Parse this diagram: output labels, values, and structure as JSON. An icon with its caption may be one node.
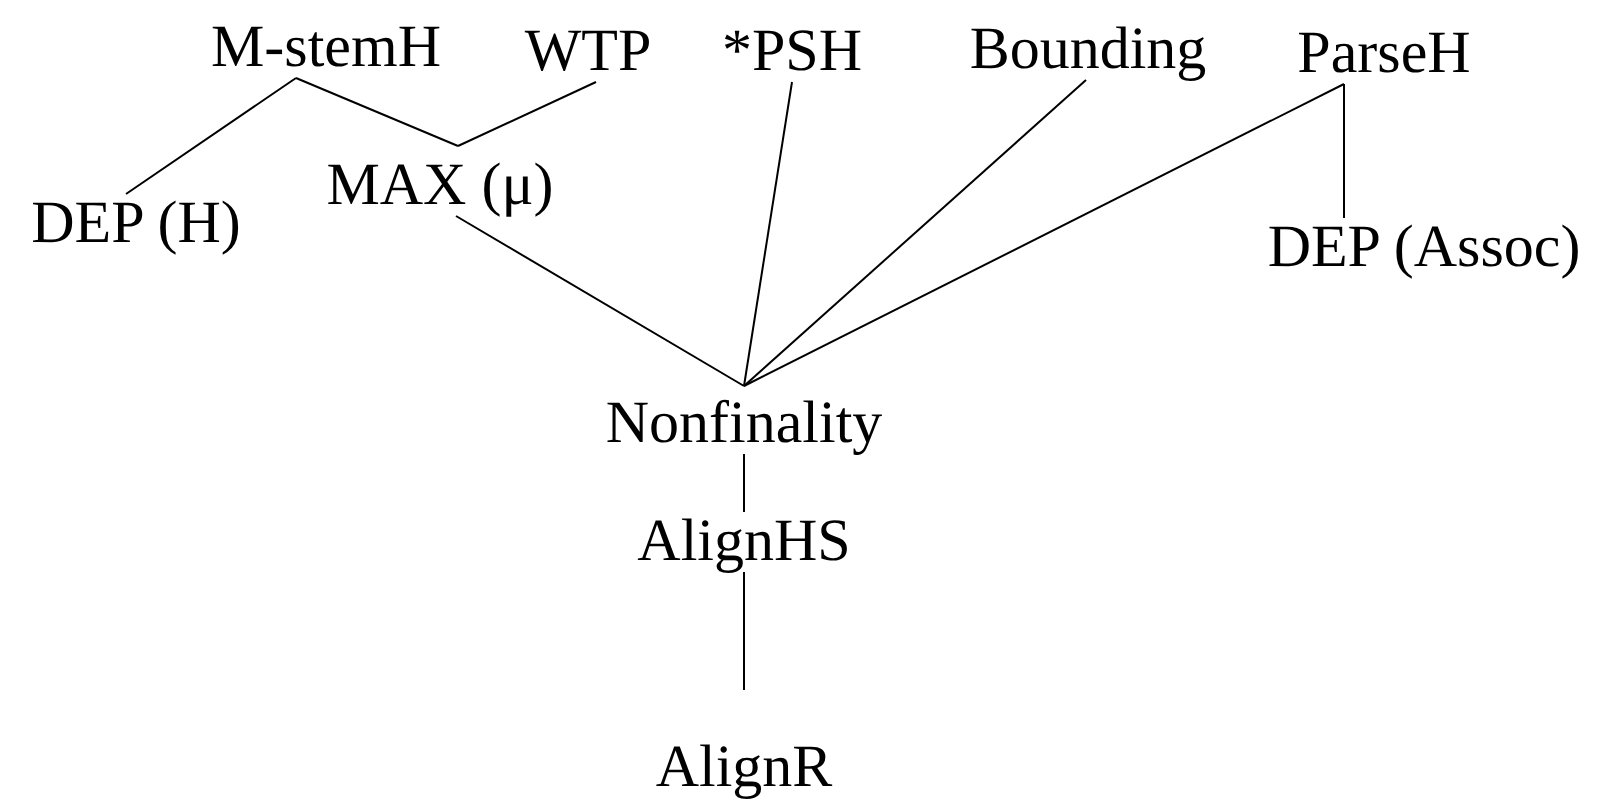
{
  "diagram": {
    "nodes": [
      {
        "text": [
          "M-stemH"
        ]
      },
      {
        "text": [
          "WTP"
        ]
      },
      {
        "text": [
          "*PSH"
        ]
      },
      {
        "text": [
          "Bounding"
        ]
      },
      {
        "text": [
          "ParseH"
        ]
      },
      {
        "text": [
          "DEP (H)"
        ]
      },
      {
        "text": [
          "MAX (μ)"
        ]
      },
      {
        "text": [
          "DEP (Assoc)"
        ]
      },
      {
        "text": [
          "Nonfinality"
        ]
      },
      {
        "text": [
          "AlignHS"
        ]
      },
      {
        "text": [
          "AlignR"
        ]
      }
    ],
    "edges": [
      {
        "from": 0,
        "to": 5,
        "arrow": "none"
      },
      {
        "from": 0,
        "to": 6,
        "arrow": "none"
      },
      {
        "from": 1,
        "to": 6,
        "arrow": "none"
      },
      {
        "from": 6,
        "to": 8,
        "arrow": "none"
      },
      {
        "from": 2,
        "to": 8,
        "arrow": "none"
      },
      {
        "from": 3,
        "to": 8,
        "arrow": "none"
      },
      {
        "from": 4,
        "to": 8,
        "arrow": "none"
      },
      {
        "from": 4,
        "to": 7,
        "arrow": "none"
      },
      {
        "from": 8,
        "to": 9,
        "arrow": "none"
      },
      {
        "from": 9,
        "to": 10,
        "arrow": "none"
      }
    ]
  }
}
